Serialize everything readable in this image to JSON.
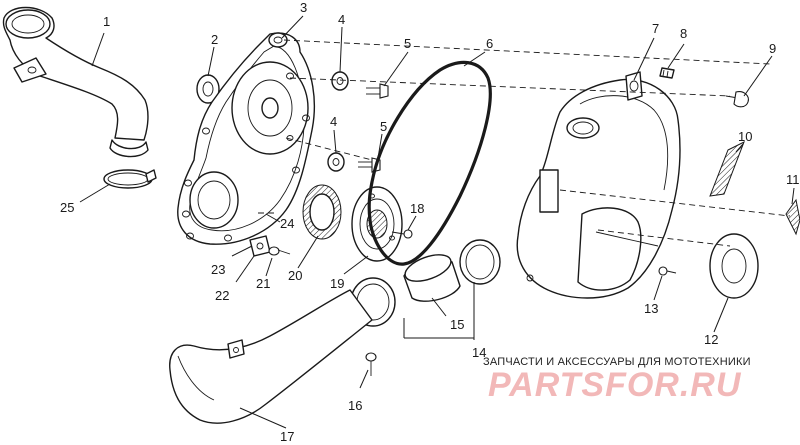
{
  "callouts": [
    {
      "number": "1",
      "part": "intake-duct"
    },
    {
      "number": "2",
      "part": "washer"
    },
    {
      "number": "3",
      "part": "inner-cover"
    },
    {
      "number": "4",
      "part": "washer"
    },
    {
      "number": "4",
      "part": "washer"
    },
    {
      "number": "5",
      "part": "bolt"
    },
    {
      "number": "5",
      "part": "bolt"
    },
    {
      "number": "6",
      "part": "drive-belt"
    },
    {
      "number": "7",
      "part": "outer-cover"
    },
    {
      "number": "8",
      "part": "clip"
    },
    {
      "number": "9",
      "part": "screw"
    },
    {
      "number": "10",
      "part": "decal"
    },
    {
      "number": "11",
      "part": "decal"
    },
    {
      "number": "12",
      "part": "decal"
    },
    {
      "number": "13",
      "part": "screw"
    },
    {
      "number": "14",
      "part": "clamp-group"
    },
    {
      "number": "15",
      "part": "coupler"
    },
    {
      "number": "16",
      "part": "screw"
    },
    {
      "number": "17",
      "part": "exhaust-duct"
    },
    {
      "number": "18",
      "part": "screw"
    },
    {
      "number": "19",
      "part": "bearing-plate"
    },
    {
      "number": "20",
      "part": "seal"
    },
    {
      "number": "21",
      "part": "screw"
    },
    {
      "number": "22",
      "part": "bracket"
    },
    {
      "number": "23",
      "part": "bracket"
    },
    {
      "number": "24",
      "part": "gasket"
    },
    {
      "number": "25",
      "part": "clamp"
    }
  ],
  "watermark": {
    "caption": "ЗАПЧАСТИ И АКСЕССУАРЫ ДЛЯ МОТОТЕХНИКИ",
    "logo": "PARTSFOR.RU",
    "logo_color": "#f2b8b8"
  },
  "colors": {
    "ink": "#1a1a1a",
    "background": "#ffffff"
  }
}
